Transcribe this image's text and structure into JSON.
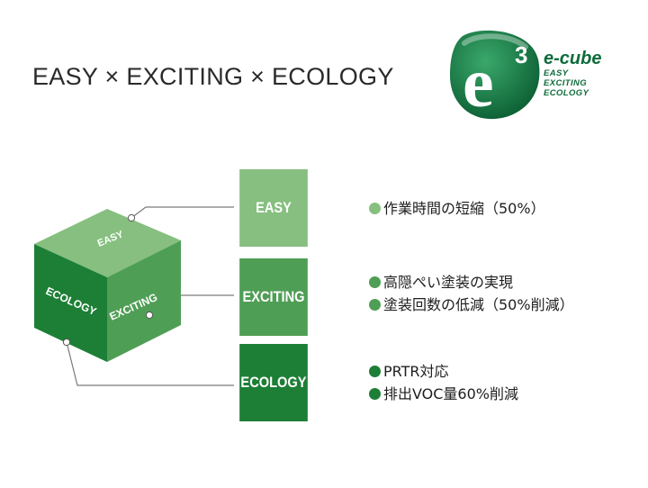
{
  "headline": "EASY × EXCITING × ECOLOGY",
  "logo": {
    "mark_letter": "e",
    "mark_superscript": "3",
    "name": "e-cube",
    "sub_lines": [
      "EASY",
      "EXCITING",
      "ECOLOGY"
    ]
  },
  "cube": {
    "top_face": "EASY",
    "left_face": "ECOLOGY",
    "right_face": "EXCITING"
  },
  "boxes": {
    "easy": "EASY",
    "exciting": "EXCITING",
    "ecology": "ECOLOGY"
  },
  "features": {
    "easy": [
      "作業時間の短縮（50%）"
    ],
    "exciting": [
      "高隠ぺい塗装の実現",
      "塗装回数の低減（50%削減）"
    ],
    "ecology": [
      "PRTR対応",
      "排出VOC量60%削減"
    ]
  },
  "colors": {
    "light_green": "#86bf7f",
    "mid_green": "#4f9e55",
    "dark_green": "#1d7f36",
    "logo_green": "#0e6b3a",
    "connector": "#7a7a7a"
  }
}
